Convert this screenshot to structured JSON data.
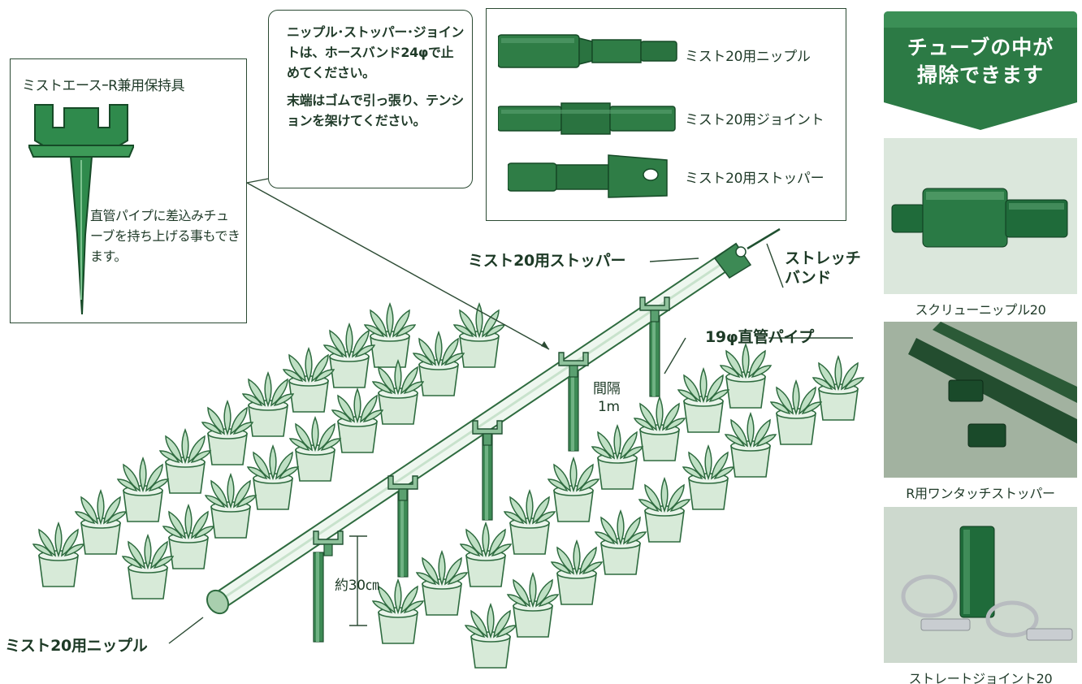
{
  "holder": {
    "title": "ミストエースｰR兼用保持具",
    "desc": "直管パイプに差込みチューブを持ち上げる事もできます。"
  },
  "bubble": {
    "line1": "ニップル･ストッパー･ジョイントは、ホースバンド24φで止めてください。",
    "line2": "末端はゴムで引っ張り、テンションを架けてください。"
  },
  "parts": {
    "nipple": "ミスト20用ニップル",
    "joint": "ミスト20用ジョイント",
    "stopper": "ミスト20用ストッパー"
  },
  "callouts": {
    "stopper": "ミスト20用ストッパー",
    "stretch_line1": "ストレッチ",
    "stretch_line2": "バンド",
    "pipe": "19φ直管パイプ",
    "interval_line1": "間隔",
    "interval_line2": "1m",
    "height": "約30㎝",
    "nipple": "ミスト20用ニップル"
  },
  "side": {
    "header_line1": "チューブの中が",
    "header_line2": "掃除できます",
    "photos": [
      {
        "caption": "スクリューニップル20"
      },
      {
        "caption": "R用ワンタッチストッパー"
      },
      {
        "caption": "ストレートジョイント20"
      }
    ]
  },
  "colors": {
    "green_dark": "#1f6b3a",
    "green_mid": "#2f8a4c",
    "green_light": "#a9cfae",
    "plant_fill": "#d7ead8",
    "header_green": "#2c7a45"
  }
}
